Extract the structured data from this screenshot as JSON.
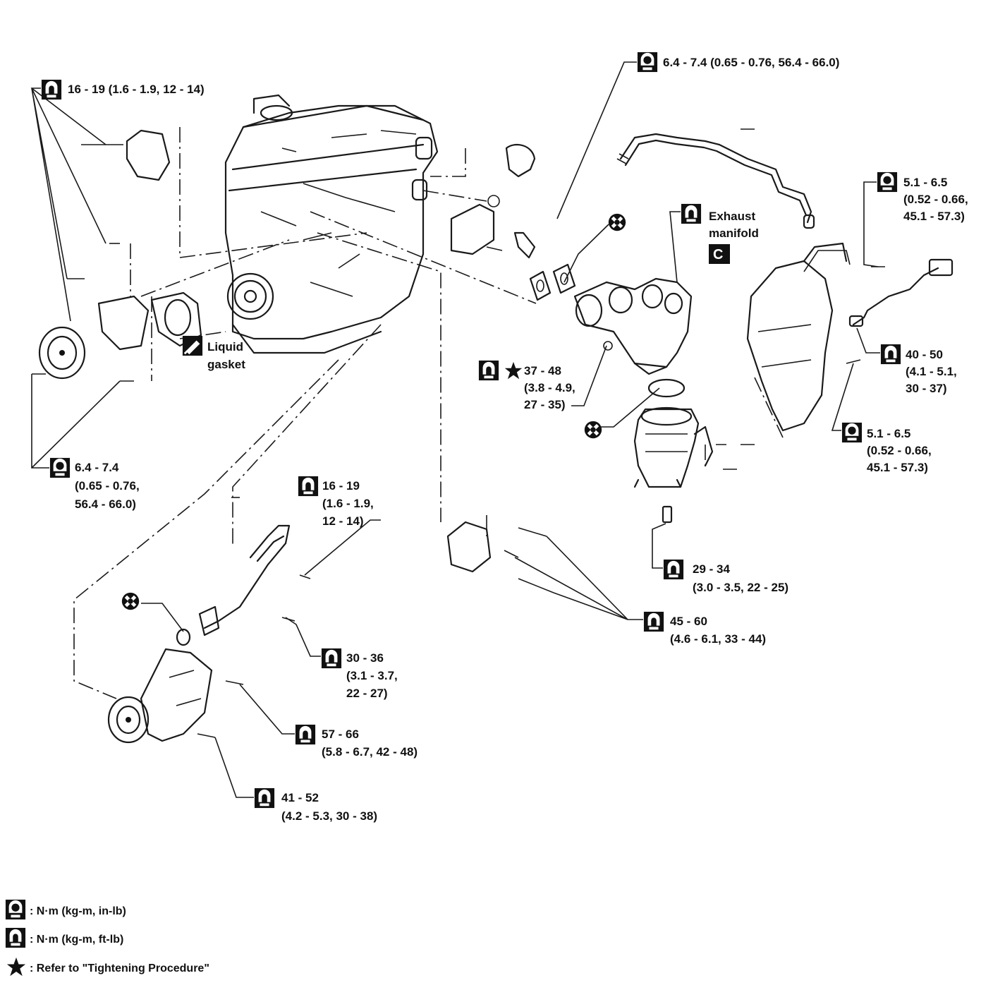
{
  "callouts": [
    {
      "lines": [
        "16 - 19 (1.6 - 1.9, 12 - 14)"
      ],
      "icon": "wrench-ftlb-icon"
    },
    {
      "lines": [
        "6.4 - 7.4 (0.65 - 0.76, 56.4 - 66.0)"
      ],
      "icon": "wrench-inlb-icon"
    },
    {
      "lines": [
        "5.1 - 6.5",
        "(0.52 - 0.66,",
        "45.1 - 57.3)"
      ],
      "icon": "wrench-inlb-icon"
    },
    {
      "lines": [
        "Exhaust",
        "manifold"
      ],
      "icon": "wrench-ftlb-icon"
    },
    {
      "lines": [
        "Liquid",
        "gasket"
      ],
      "icon": "liquid-gasket-icon"
    },
    {
      "lines": [
        "37 - 48",
        "(3.8 - 4.9,",
        "27 - 35)"
      ],
      "icon": "wrench-ftlb-icon"
    },
    {
      "lines": [
        "40 - 50",
        "(4.1 - 5.1,",
        "30 - 37)"
      ],
      "icon": "wrench-ftlb-icon"
    },
    {
      "lines": [
        "5.1 - 6.5",
        "(0.52 - 0.66,",
        "45.1 - 57.3)"
      ],
      "icon": "wrench-inlb-icon"
    },
    {
      "lines": [
        "6.4 - 7.4",
        "(0.65 - 0.76,",
        "56.4 - 66.0)"
      ],
      "icon": "wrench-inlb-icon"
    },
    {
      "lines": [
        "16 - 19",
        "(1.6 - 1.9,",
        "12 - 14)"
      ],
      "icon": "wrench-ftlb-icon"
    },
    {
      "lines": [
        "29 - 34",
        "(3.0 - 3.5, 22 - 25)"
      ],
      "icon": "wrench-ftlb-icon"
    },
    {
      "lines": [
        "45 - 60",
        "(4.6 - 6.1, 33 - 44)"
      ],
      "icon": "wrench-ftlb-icon"
    },
    {
      "lines": [
        "30 - 36",
        "(3.1 - 3.7,",
        "22 - 27)"
      ],
      "icon": "wrench-ftlb-icon"
    },
    {
      "lines": [
        "57 - 66",
        "(5.8 - 6.7, 42 - 48)"
      ],
      "icon": "wrench-ftlb-icon"
    },
    {
      "lines": [
        "41 - 52",
        "(4.2 - 5.3, 30 - 38)"
      ],
      "icon": "wrench-ftlb-icon"
    }
  ],
  "sealant_mark": "C",
  "legend": [
    {
      "icon": "wrench-inlb-icon",
      "text": ": N·m (kg-m, in-lb)"
    },
    {
      "icon": "wrench-ftlb-icon",
      "text": ": N·m (kg-m, ft-lb)"
    },
    {
      "icon": "star-icon",
      "text": ": Refer to \"Tightening Procedure\""
    }
  ]
}
